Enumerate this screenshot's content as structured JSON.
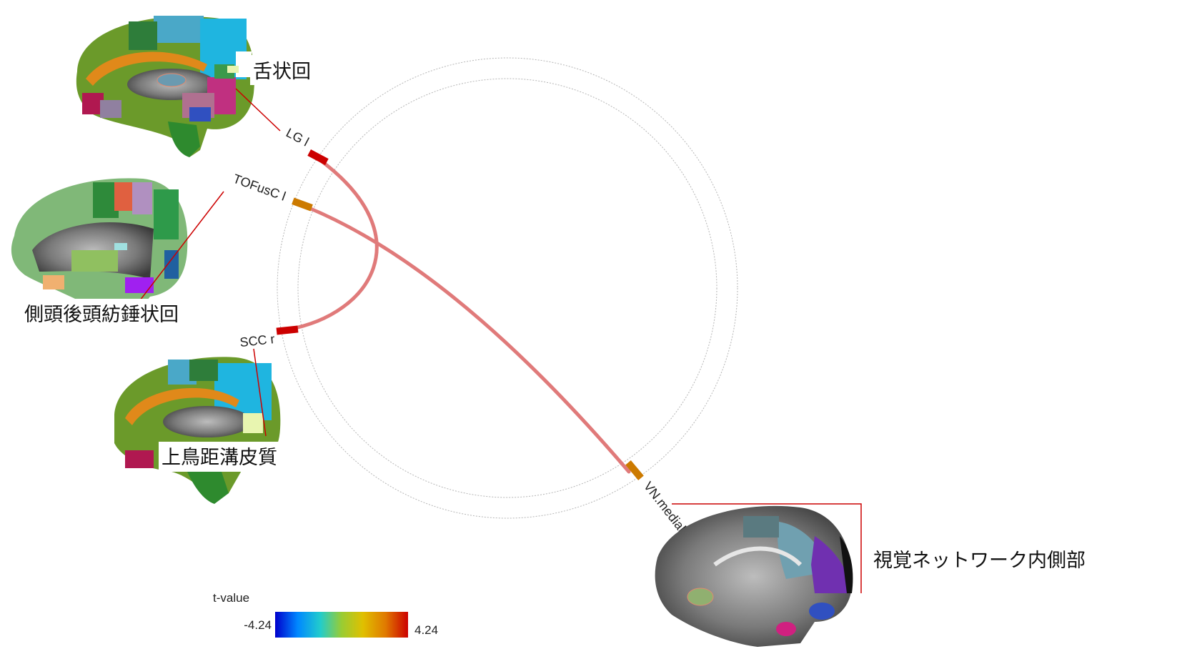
{
  "regions": {
    "lg": {
      "jp_label": "舌状回",
      "node_label": "LG l",
      "color": "#cc0000"
    },
    "tofusc": {
      "jp_label": "側頭後頭紡錘状回",
      "node_label": "TOFusC l",
      "color": "#cc7a00"
    },
    "scc": {
      "jp_label": "上鳥距溝皮質",
      "node_label": "SCC r",
      "color": "#cc0000"
    },
    "vn": {
      "jp_label": "視覚ネットワーク内側部",
      "node_label": "VN.medial",
      "color": "#cc7a00"
    }
  },
  "connections": [
    {
      "from": "LG l",
      "to": "SCC r",
      "color": "#e07a7a"
    },
    {
      "from": "TOFusC l",
      "to": "VN.medial",
      "color": "#e07a7a"
    }
  ],
  "legend": {
    "title": "t-value",
    "min_label": "-4.24",
    "max_label": "4.24",
    "gradient_colors": [
      "#0000cc",
      "#0088ff",
      "#22cccc",
      "#99cc33",
      "#e0c000",
      "#e07a00",
      "#cc0000"
    ]
  },
  "colors": {
    "leader_line": "#cc0000",
    "ring": "#999999"
  }
}
